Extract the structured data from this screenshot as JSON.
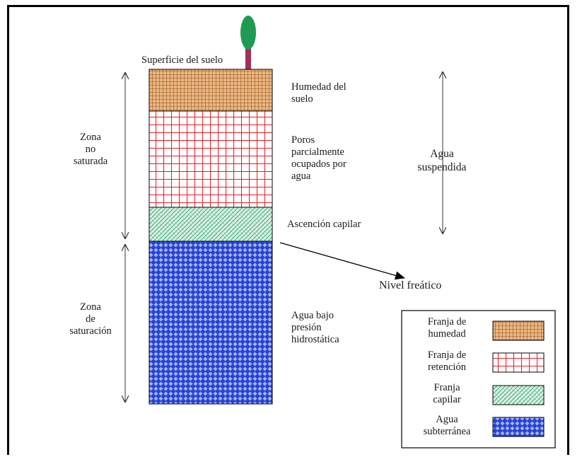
{
  "surface_label": "Superficie del suelo",
  "layers": [
    {
      "label": "Humedad del suelo",
      "label_lines": [
        "Humedad del",
        "suelo"
      ]
    },
    {
      "label": "Poros parcialmente ocupados por agua",
      "label_lines": [
        "Poros",
        "parcialmente",
        "ocupados por",
        "agua"
      ]
    },
    {
      "label": "Ascención capilar",
      "label_lines": [
        "Ascención capilar"
      ]
    },
    {
      "label": "Agua bajo presión hidrostática",
      "label_lines": [
        "Agua bajo",
        "presión",
        "hidrostática"
      ]
    }
  ],
  "zones": {
    "unsaturated": [
      "Zona",
      "no",
      "saturada"
    ],
    "saturation": [
      "Zona",
      "de",
      "saturación"
    ],
    "suspended_water": [
      "Agua",
      "suspendida"
    ]
  },
  "water_table_label": "Nivel freático",
  "legend": [
    {
      "lines": [
        "Franja de",
        "humedad"
      ],
      "pattern": "soil-moisture",
      "color": "#b5601f"
    },
    {
      "lines": [
        "Franja de",
        "retención"
      ],
      "pattern": "retention",
      "color": "#e8202a"
    },
    {
      "lines": [
        "Franja",
        "capilar"
      ],
      "pattern": "capillary",
      "color": "#3fa87a"
    },
    {
      "lines": [
        "Agua",
        "subterránea"
      ],
      "pattern": "groundwater",
      "color": "#2844d6"
    }
  ],
  "colors": {
    "tree_crown": "#1f9a52",
    "tree_trunk": "#a0305c",
    "frame": "#000000"
  }
}
